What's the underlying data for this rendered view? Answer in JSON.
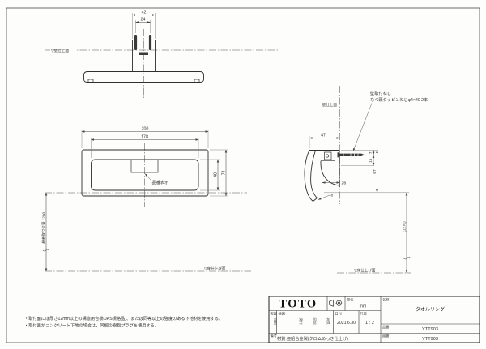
{
  "drawing": {
    "top_view": {
      "wall_label": "▽壁仕上面",
      "dim_42": "42",
      "dim_24": "24"
    },
    "front_view": {
      "dim_200": "200",
      "dim_178": "178",
      "dim_48": "48",
      "dim_74": "74",
      "part_label_callout": "品番表示",
      "mount_ref_label": "参考取付位置 1280",
      "floor_label": "▽床仕上げ面"
    },
    "side_view": {
      "wall_label": "壁仕上面",
      "screw_callout_line1": "壁取付ねじ",
      "screw_callout_line2": "なべ頭タッピンねじφ4×40 2本",
      "dim_47": "47",
      "dim_7": "7",
      "dim_15": "15",
      "dim_67": "67",
      "dim_26": "26",
      "dim_8": "8",
      "dim_1270": "(1270)",
      "floor_label": "▽床仕上げ面"
    },
    "notes": {
      "line1": "・取付面には厚さ12mm以上の構造用合板(JAS規格品)、または同等以上の強度のある下地材を使用する。",
      "line2": "・取付面がコンクリート下地の場合は、同梱の樹脂プラグを使用する。"
    }
  },
  "title_block": {
    "logo": "TOTO",
    "unit_label": "単位",
    "unit_value": "mm",
    "drafted_label": "製図",
    "checked_label": "検図",
    "date_label": "日付",
    "scale_label": "尺度",
    "date_value": "2021.6.30",
    "scale_value": "1 : 2",
    "stamps": [
      "宮田",
      "奥村",
      "岡部",
      "高良"
    ],
    "remarks_label": "備考",
    "remarks_value": "材質:亜鉛合金製(クロムめっき仕上げ)",
    "name_label": "名称",
    "name_value": "タオルリング",
    "part_label": "品番",
    "part_value": "YTT903",
    "drawing_no_label": "図番",
    "drawing_no_value": "YTT903"
  }
}
